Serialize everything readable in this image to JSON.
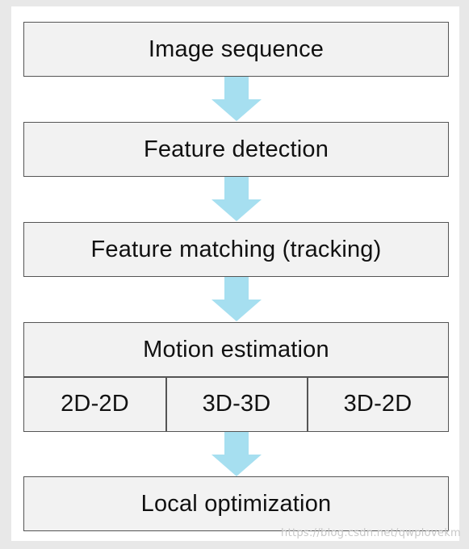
{
  "diagram": {
    "steps": [
      {
        "label": "Image sequence"
      },
      {
        "label": "Feature detection"
      },
      {
        "label": "Feature matching (tracking)"
      },
      {
        "label": "Motion estimation"
      },
      {
        "label": "Local optimization"
      }
    ],
    "motion_methods": [
      "2D-2D",
      "3D-3D",
      "3D-2D"
    ],
    "arrow_color": "#a6dff0",
    "box_fill": "#f2f2f2",
    "border_color": "#555555"
  },
  "watermark": "https://blog.csdn.net/qwplovekm"
}
